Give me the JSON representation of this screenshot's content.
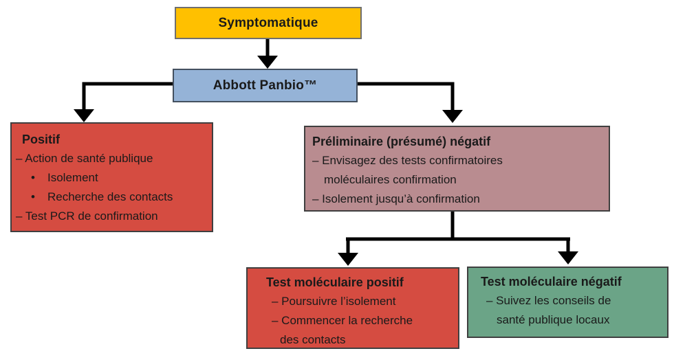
{
  "flowchart": {
    "symptomatic": {
      "label": "Symptomatique"
    },
    "panbio": {
      "label": "Abbott Panbio™"
    },
    "positive": {
      "heading": "Positif",
      "dash1": "– Action de santé publique",
      "bullets": [
        "Isolement",
        "Recherche des contacts"
      ],
      "dash2": "– Test PCR de confirmation"
    },
    "presumed_negative": {
      "heading": "Préliminaire (présumé) négatif",
      "dash1": "– Envisagez des tests confirmatoires",
      "cont1": "moléculaires confirmation",
      "dash2": "– Isolement jusqu’à confirmation"
    },
    "molecular_positive": {
      "heading": "Test moléculaire positif",
      "dash1": "– Poursuivre l’isolement",
      "dash2": "– Commencer la recherche",
      "cont2": "des contacts"
    },
    "molecular_negative": {
      "heading": "Test moléculaire négatif",
      "dash1": "– Suivez les conseils de",
      "cont1": "santé publique locaux"
    }
  },
  "glyphs": {
    "bullet": "•"
  },
  "colors": {
    "yellow": "#FFC000",
    "blue": "#95B3D7",
    "red": "#D54C41",
    "mauve": "#B98C90",
    "green": "#6BA487",
    "connector": "#000000"
  }
}
